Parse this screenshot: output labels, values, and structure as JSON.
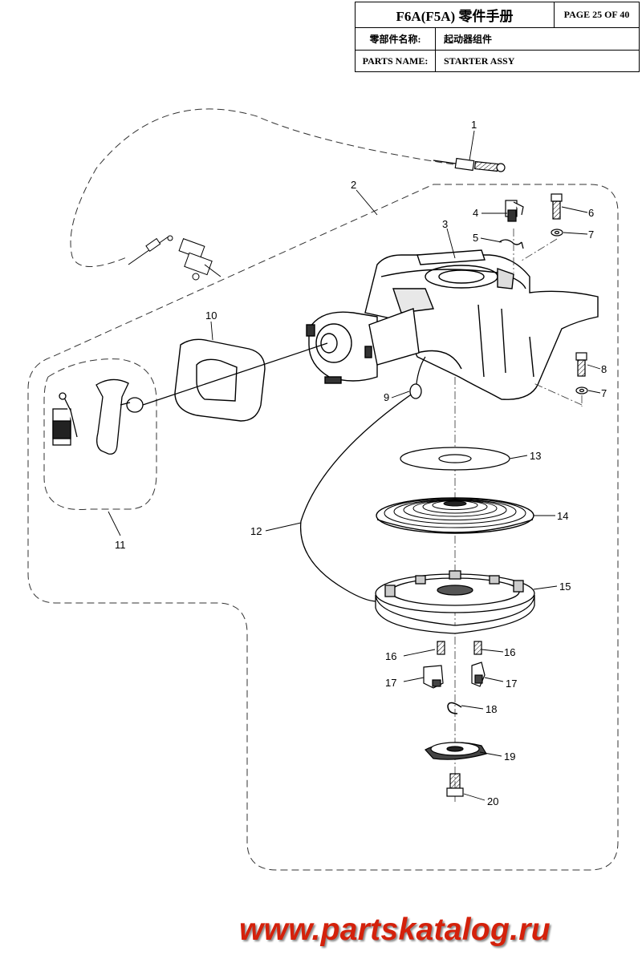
{
  "header": {
    "manual_title": "F6A(F5A) 零件手册",
    "page": "PAGE 25 OF 40",
    "parts_name_cn_label": "零部件名称:",
    "parts_name_cn": "起动器组件",
    "parts_name_en_label": "PARTS NAME:",
    "parts_name_en": "STARTER ASSY"
  },
  "callouts": {
    "c1": "1",
    "c2": "2",
    "c3": "3",
    "c4": "4",
    "c5": "5",
    "c6": "6",
    "c7a": "7",
    "c7b": "7",
    "c8": "8",
    "c9": "9",
    "c10": "10",
    "c11": "11",
    "c12": "12",
    "c13": "13",
    "c14": "14",
    "c15": "15",
    "c16a": "16",
    "c16b": "16",
    "c17a": "17",
    "c17b": "17",
    "c18": "18",
    "c19": "19",
    "c20": "20"
  },
  "watermark": "www.partskatalog.ru"
}
